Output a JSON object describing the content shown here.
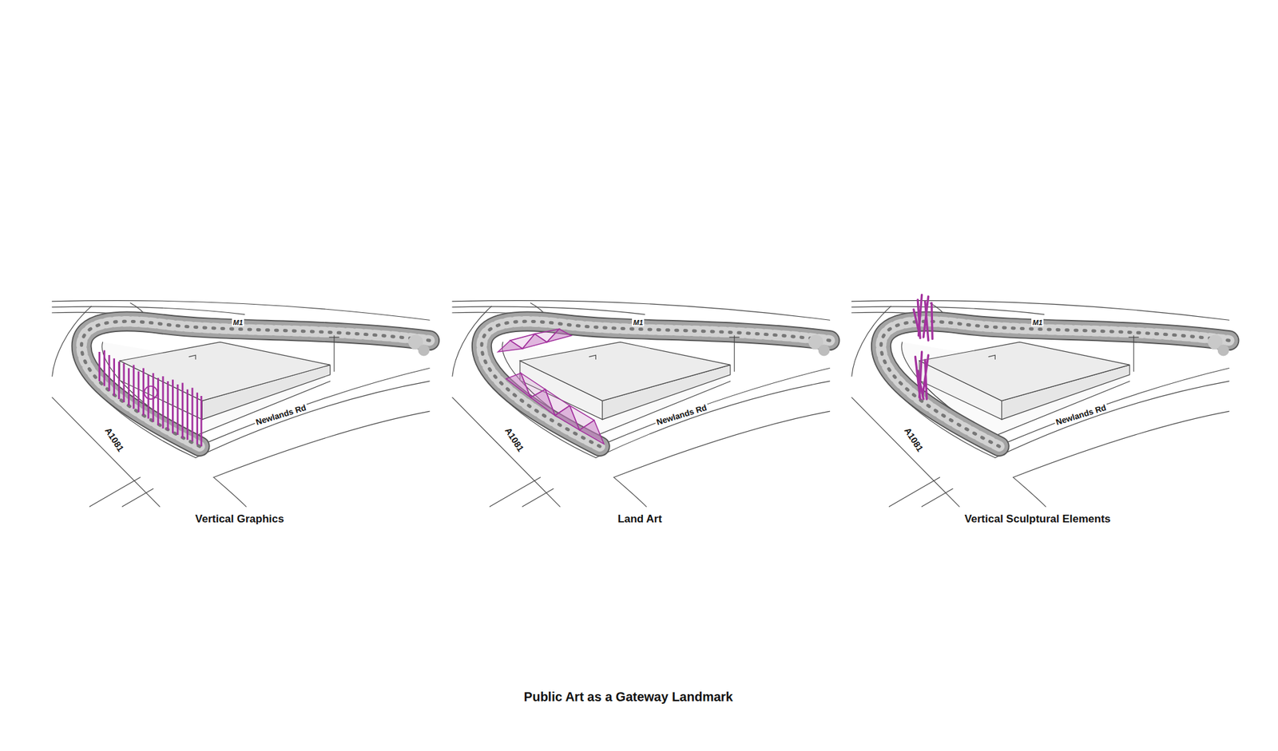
{
  "diagram": {
    "title": "Public Art as a Gateway Landmark",
    "labels": [
      "M1",
      "A1081",
      "Newlands Rd",
      "Vertical Graphics",
      "M1",
      "A1081",
      "Newlands Rd",
      "Land Art",
      "M1",
      "A1081",
      "Newlands Rd",
      "Vertical Sculptural Elements"
    ]
  }
}
